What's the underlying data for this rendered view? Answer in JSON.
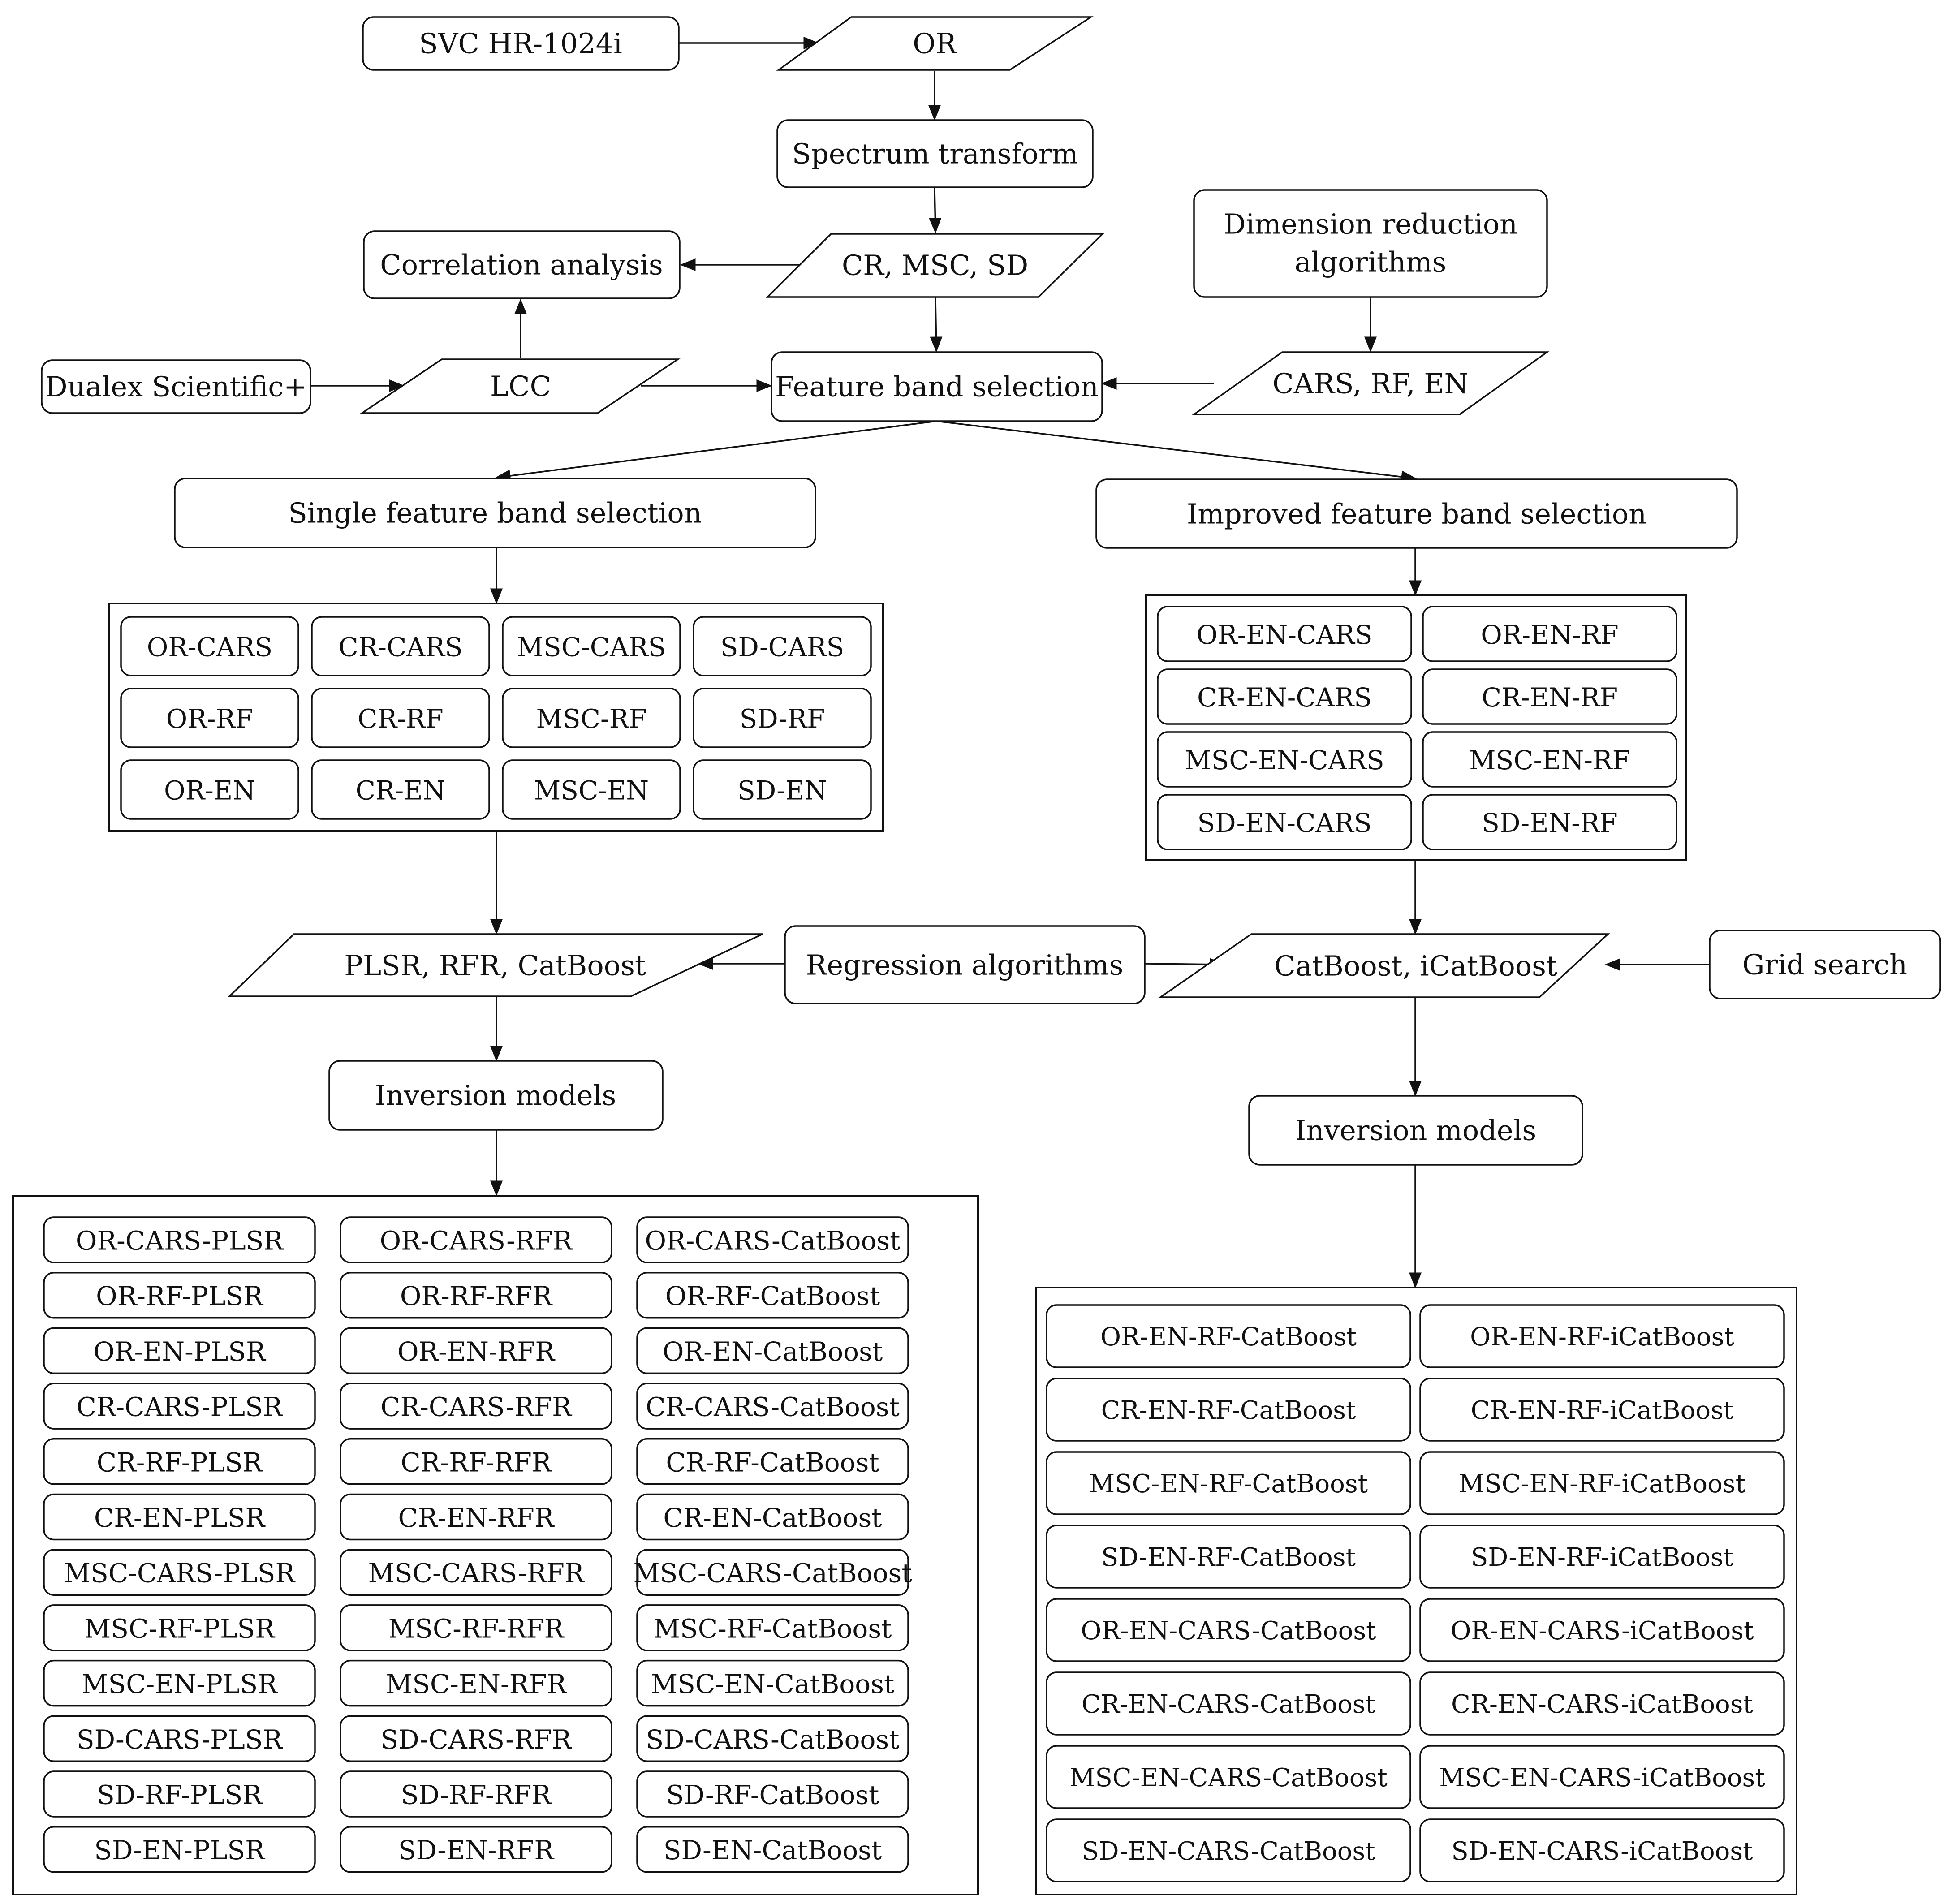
{
  "nodes": {
    "svc": "SVC HR-1024i",
    "or": "OR",
    "spectrum_transform": "Spectrum transform",
    "cr_msc_sd": "CR, MSC, SD",
    "correlation_analysis": "Correlation analysis",
    "dimension_reduction": [
      "Dimension reduction",
      "algorithms"
    ],
    "dualex": "Dualex Scientific+",
    "lcc": "LCC",
    "feature_band_selection": "Feature band selection",
    "cars_rf_en": "CARS, RF, EN",
    "single_feature": "Single feature band selection",
    "improved_feature": "Improved feature band selection",
    "plsr_rfr_catboost": "PLSR, RFR, CatBoost",
    "regression_algorithms": "Regression algorithms",
    "catboost_icatboost": "CatBoost, iCatBoost",
    "grid_search": "Grid search",
    "inversion_models_left": "Inversion models",
    "inversion_models_right": "Inversion models"
  },
  "single_feature_combos": [
    [
      "OR-CARS",
      "CR-CARS",
      "MSC-CARS",
      "SD-CARS"
    ],
    [
      "OR-RF",
      "CR-RF",
      "MSC-RF",
      "SD-RF"
    ],
    [
      "OR-EN",
      "CR-EN",
      "MSC-EN",
      "SD-EN"
    ]
  ],
  "improved_feature_combos": [
    [
      "OR-EN-CARS",
      "OR-EN-RF"
    ],
    [
      "CR-EN-CARS",
      "CR-EN-RF"
    ],
    [
      "MSC-EN-CARS",
      "MSC-EN-RF"
    ],
    [
      "SD-EN-CARS",
      "SD-EN-RF"
    ]
  ],
  "left_models": [
    [
      "OR-CARS-PLSR",
      "OR-CARS-RFR",
      "OR-CARS-CatBoost"
    ],
    [
      "OR-RF-PLSR",
      "OR-RF-RFR",
      "OR-RF-CatBoost"
    ],
    [
      "OR-EN-PLSR",
      "OR-EN-RFR",
      "OR-EN-CatBoost"
    ],
    [
      "CR-CARS-PLSR",
      "CR-CARS-RFR",
      "CR-CARS-CatBoost"
    ],
    [
      "CR-RF-PLSR",
      "CR-RF-RFR",
      "CR-RF-CatBoost"
    ],
    [
      "CR-EN-PLSR",
      "CR-EN-RFR",
      "CR-EN-CatBoost"
    ],
    [
      "MSC-CARS-PLSR",
      "MSC-CARS-RFR",
      "MSC-CARS-CatBoost"
    ],
    [
      "MSC-RF-PLSR",
      "MSC-RF-RFR",
      "MSC-RF-CatBoost"
    ],
    [
      "MSC-EN-PLSR",
      "MSC-EN-RFR",
      "MSC-EN-CatBoost"
    ],
    [
      "SD-CARS-PLSR",
      "SD-CARS-RFR",
      "SD-CARS-CatBoost"
    ],
    [
      "SD-RF-PLSR",
      "SD-RF-RFR",
      "SD-RF-CatBoost"
    ],
    [
      "SD-EN-PLSR",
      "SD-EN-RFR",
      "SD-EN-CatBoost"
    ]
  ],
  "right_models": [
    [
      "OR-EN-RF-CatBoost",
      "OR-EN-RF-iCatBoost"
    ],
    [
      "CR-EN-RF-CatBoost",
      "CR-EN-RF-iCatBoost"
    ],
    [
      "MSC-EN-RF-CatBoost",
      "MSC-EN-RF-iCatBoost"
    ],
    [
      "SD-EN-RF-CatBoost",
      "SD-EN-RF-iCatBoost"
    ],
    [
      "OR-EN-CARS-CatBoost",
      "OR-EN-CARS-iCatBoost"
    ],
    [
      "CR-EN-CARS-CatBoost",
      "CR-EN-CARS-iCatBoost"
    ],
    [
      "MSC-EN-CARS-CatBoost",
      "MSC-EN-CARS-iCatBoost"
    ],
    [
      "SD-EN-CARS-CatBoost",
      "SD-EN-CARS-iCatBoost"
    ]
  ]
}
